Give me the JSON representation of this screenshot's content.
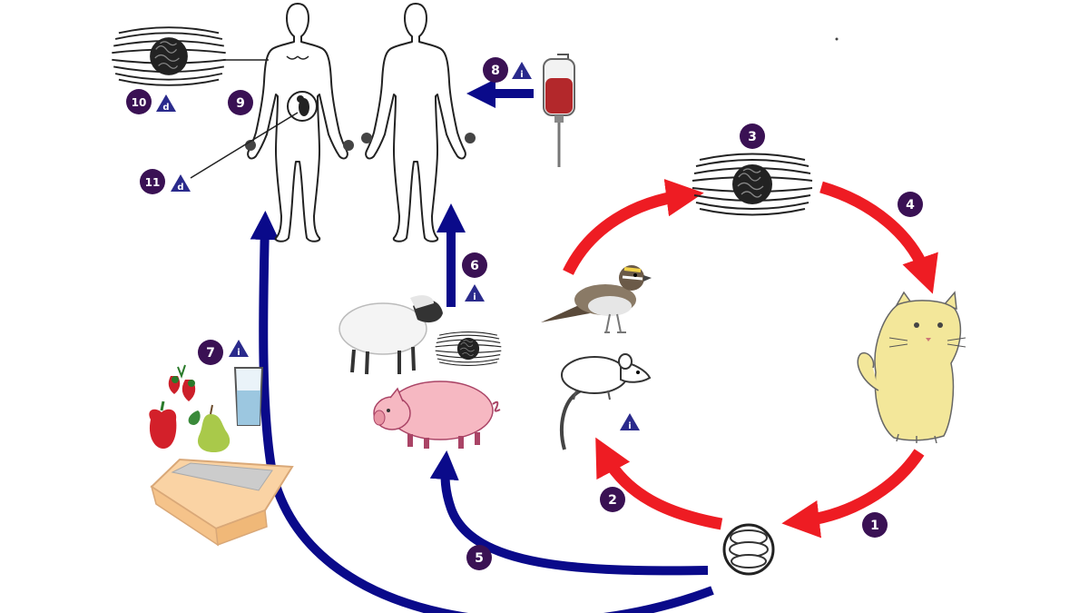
{
  "colors": {
    "red_arrow": "#ee1c23",
    "blue_arrow": "#0a0a8a",
    "step_circle": "#3a1154",
    "stage_triangle": "#2a2a8c",
    "cat_body": "#f3e79a",
    "pig_body": "#f6b8c2",
    "blood": "#b3282b",
    "litter_box": "#fad3a4"
  },
  "steps": [
    {
      "number": "1"
    },
    {
      "number": "2"
    },
    {
      "number": "3"
    },
    {
      "number": "4"
    },
    {
      "number": "5"
    },
    {
      "number": "6"
    },
    {
      "number": "7"
    },
    {
      "number": "8"
    },
    {
      "number": "9"
    },
    {
      "number": "10"
    },
    {
      "number": "11"
    }
  ],
  "stage_markers": {
    "infective": "i",
    "diagnostic": "d"
  },
  "icons": [
    "human-female-icon",
    "human-male-icon",
    "iv-blood-bag-icon",
    "tissue-cyst-icon",
    "oocyst-icon",
    "cat-icon",
    "bird-icon",
    "rat-icon",
    "sheep-icon",
    "pig-icon",
    "strawberries-icon",
    "bell-pepper-icon",
    "pear-icon",
    "water-glass-icon",
    "litter-box-icon",
    "fetus-icon"
  ]
}
